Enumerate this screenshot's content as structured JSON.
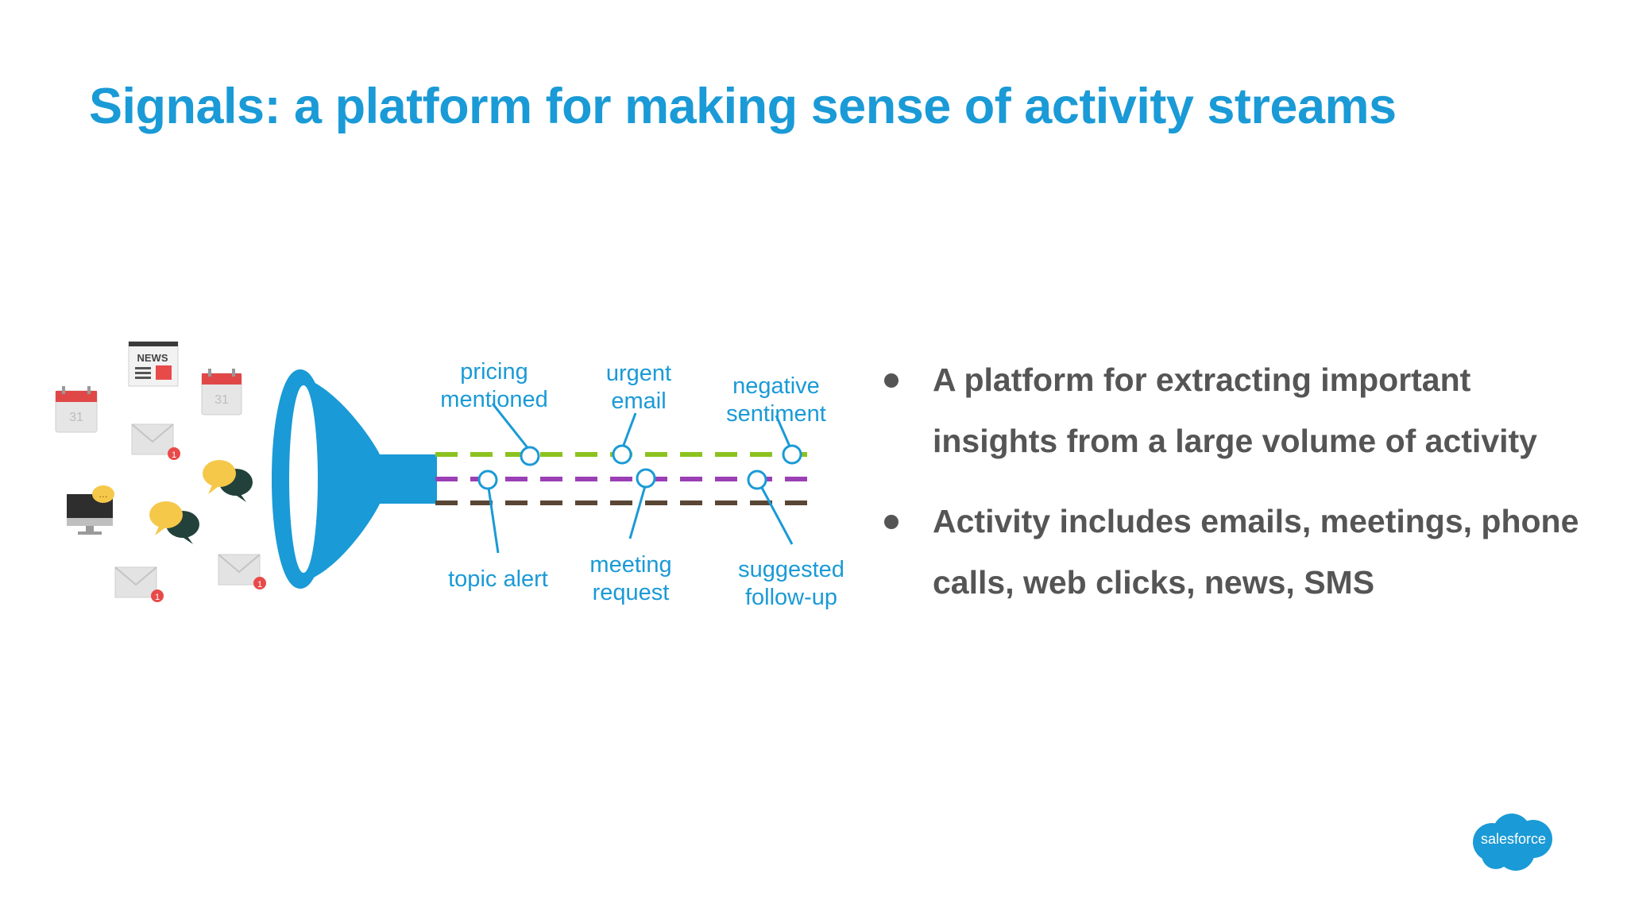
{
  "slide": {
    "title": "Signals: a platform for making sense of activity streams"
  },
  "diagram": {
    "labels": {
      "pricing_1": "pricing",
      "pricing_2": "mentioned",
      "urgent_1": "urgent",
      "urgent_2": "email",
      "negative_1": "negative",
      "negative_2": "sentiment",
      "topic_alert": "topic alert",
      "meeting_1": "meeting",
      "meeting_2": "request",
      "suggested_1": "suggested",
      "suggested_2": "follow-up"
    },
    "icons": {
      "news_text": "NEWS",
      "calendar_day": "31",
      "badge_count": "1"
    },
    "stream_colors": {
      "top": "#8cc21f",
      "middle": "#9b3fb5",
      "bottom": "#5a4634"
    },
    "accent_color": "#1a9ad6"
  },
  "bullets": [
    "A platform for extracting important insights from a large volume of activity",
    "Activity includes emails, meetings, phone calls, web clicks, news, SMS"
  ],
  "logo": {
    "text": "salesforce"
  }
}
